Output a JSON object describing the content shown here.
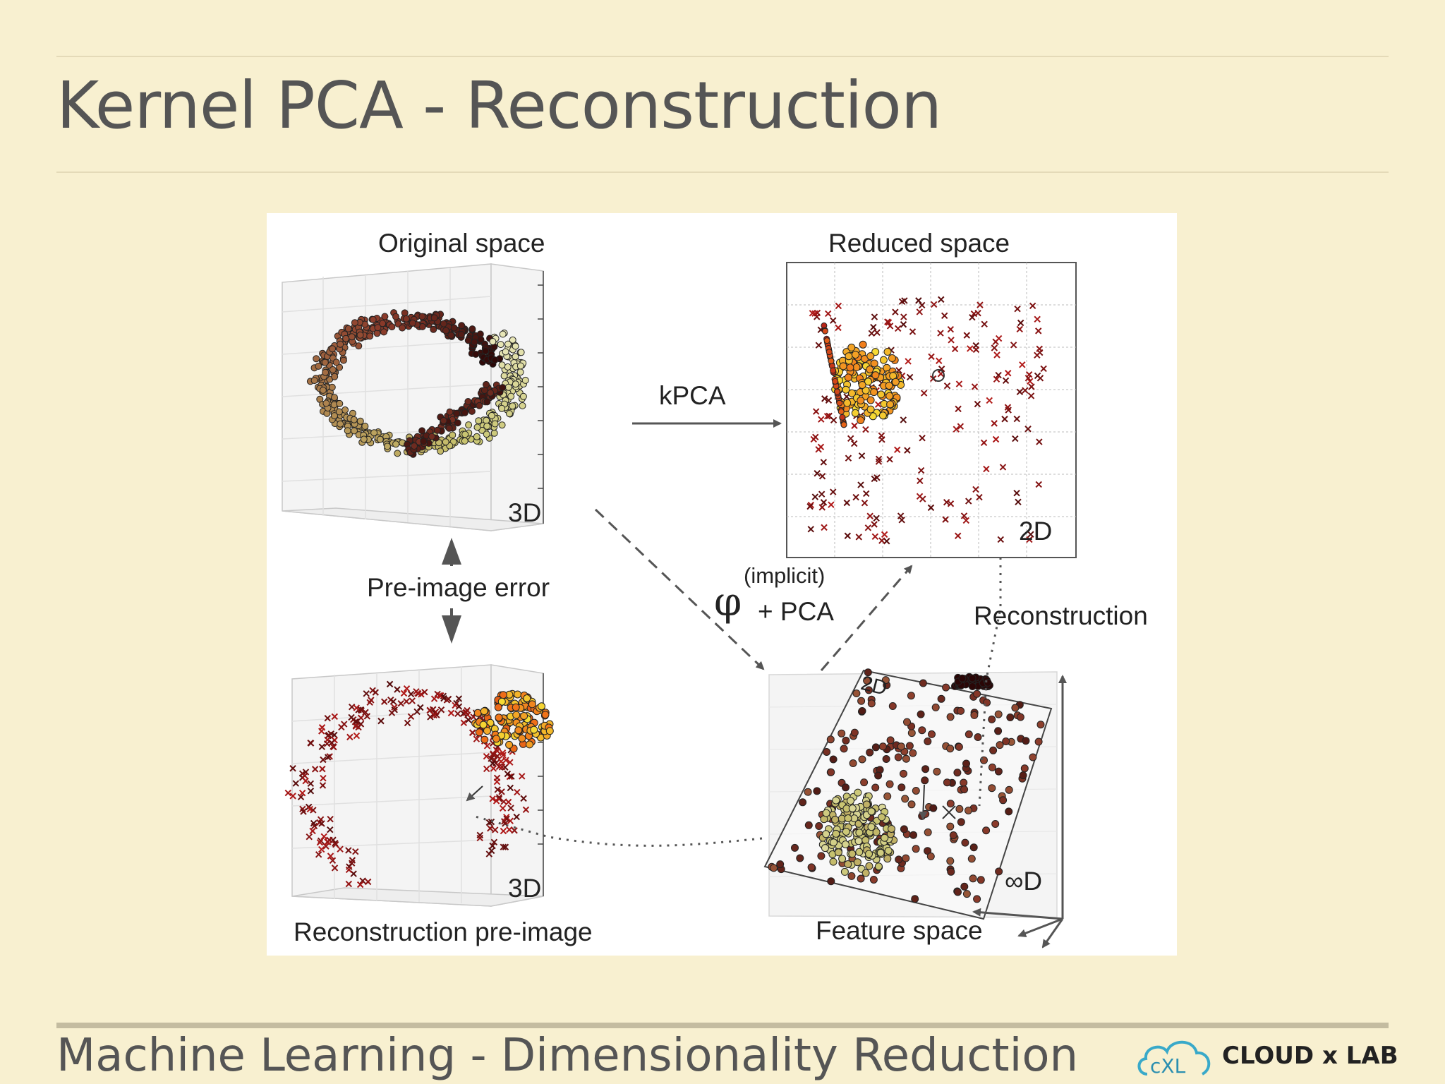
{
  "slide": {
    "title": "Kernel PCA - Reconstruction",
    "footer": "Machine Learning - Dimensionality Reduction"
  },
  "logo": {
    "text": "CLOUD x LAB",
    "mark": "cxl-cloud-icon"
  },
  "figure": {
    "panels": {
      "original": {
        "title": "Original space",
        "dim": "3D"
      },
      "reduced": {
        "title": "Reduced space",
        "dim": "2D"
      },
      "preimage": {
        "title": "Reconstruction pre-image",
        "dim": "3D"
      },
      "feature": {
        "title": "Feature space",
        "dim": "∞D",
        "plane_dim": "2D"
      }
    },
    "labels": {
      "kpca": "kPCA",
      "preimage_error": "Pre-image error",
      "implicit": "(implicit)",
      "phi": "φ",
      "plus_pca": "+ PCA",
      "reconstruction": "Reconstruction"
    },
    "colors": {
      "dark": "#2a0606",
      "red": "#b01818",
      "orange": "#f07018",
      "yellow": "#f6e436",
      "olive": "#c8c470",
      "cream": "#e8e6b8"
    }
  }
}
